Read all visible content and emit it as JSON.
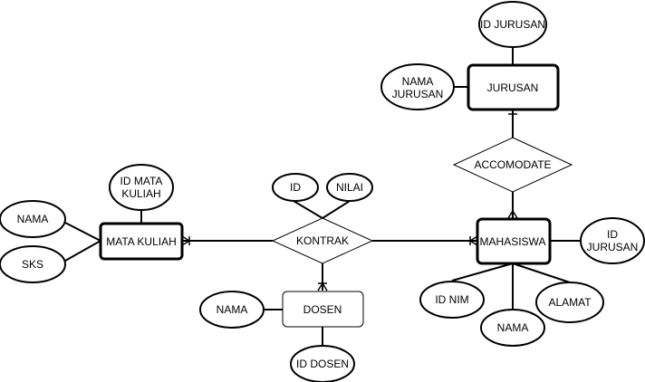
{
  "entities": {
    "jurusan": "JURUSAN",
    "mata_kuliah": "MATA KULIAH",
    "mahasiswa": "MAHASISWA",
    "dosen": "DOSEN"
  },
  "relationships": {
    "accomodate": "ACCOMODATE",
    "kontrak": "KONTRAK"
  },
  "attributes": {
    "jurusan_id": "ID JURUSAN",
    "jurusan_nama": [
      "NAMA",
      "JURUSAN"
    ],
    "mk_id": [
      "ID MATA",
      "KULIAH"
    ],
    "mk_nama": "NAMA",
    "mk_sks": "SKS",
    "kontrak_id": "ID",
    "kontrak_nilai": "NILAI",
    "mhs_jurusan": [
      "ID",
      "JURUSAN"
    ],
    "mhs_nim": "ID NIM",
    "mhs_nama": "NAMA",
    "mhs_alamat": "ALAMAT",
    "dosen_nama": "NAMA",
    "dosen_id": "ID DOSEN"
  }
}
